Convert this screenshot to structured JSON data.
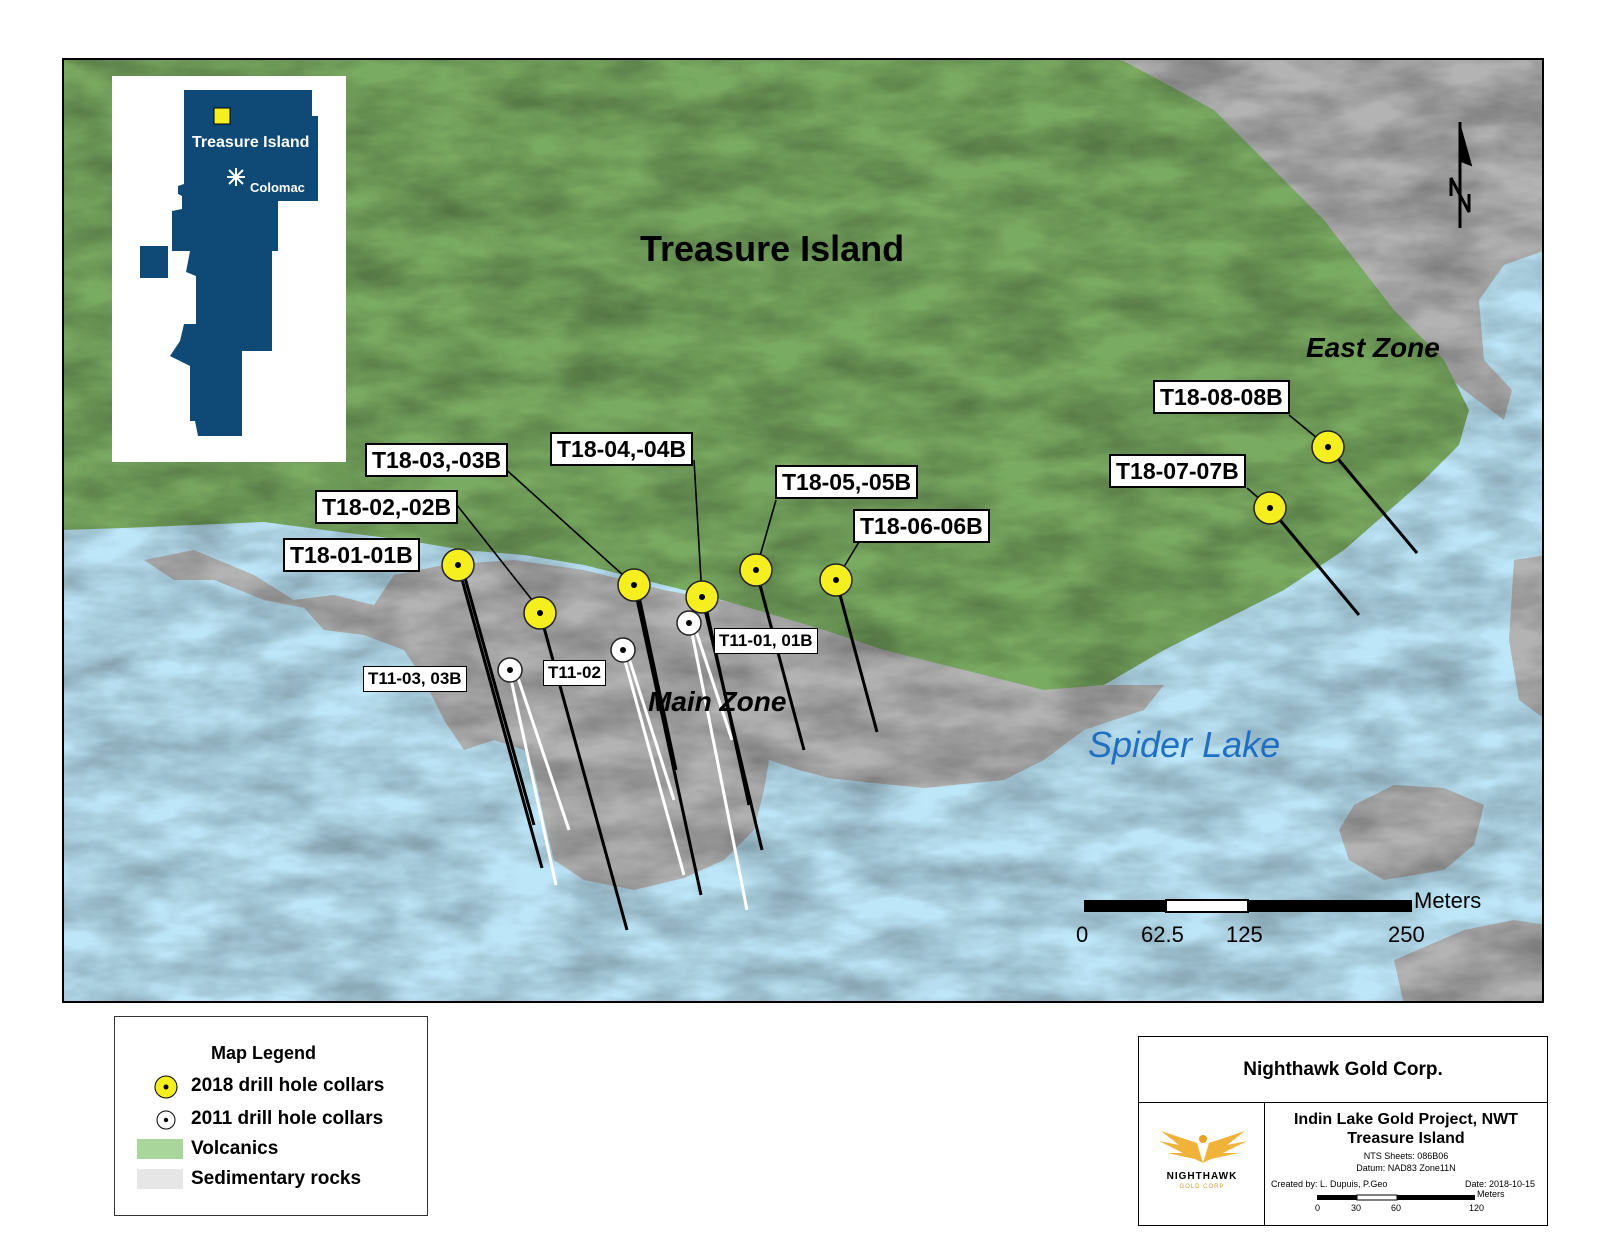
{
  "map": {
    "island_label": "Treasure Island",
    "lake_label": "Spider Lake",
    "east_zone_label": "East  Zone",
    "main_zone_label": "Main Zone",
    "colors": {
      "volcanics": "#7aab62",
      "sedimentary": "#b3b3b3",
      "water": "#bde6f8",
      "collar_2018": "#f5ef1f",
      "lake_text": "#1f6fc5"
    },
    "north_arrow": "N",
    "callouts_2018": [
      "T18-01-01B",
      "T18-02,-02B",
      "T18-03,-03B",
      "T18-04,-04B",
      "T18-05,-05B",
      "T18-06-06B",
      "T18-07-07B",
      "T18-08-08B"
    ],
    "callouts_2011": [
      "T11-03, 03B",
      "T11-02",
      "T11-01, 01B"
    ],
    "scale_bar": {
      "unit": "Meters",
      "ticks": [
        "0",
        "62.5",
        "125",
        "250"
      ]
    }
  },
  "inset": {
    "location_label": "Treasure Island",
    "mine_label": "Colomac",
    "colors": {
      "property": "#0e4a75",
      "marker": "#f5ef1f"
    }
  },
  "legend": {
    "title": "Map Legend",
    "items": [
      {
        "label": "2018 drill hole collars",
        "symbol": "yellow-collar"
      },
      {
        "label": "2011 drill hole collars",
        "symbol": "white-collar"
      },
      {
        "label": "Volcanics",
        "symbol": "green-swatch"
      },
      {
        "label": "Sedimentary rocks",
        "symbol": "grey-swatch"
      }
    ]
  },
  "title_block": {
    "company": "Nighthawk Gold Corp.",
    "project": "Indin Lake Gold Project, NWT",
    "area": "Treasure Island",
    "nts": "NTS Sheets: 086B06",
    "datum": "Datum: NAD83 Zone11N",
    "created_by": "Created by: L. Dupuis, P.Geo",
    "date": "Date: 2018-10-15",
    "logo_text": "NIGHTHAWK",
    "logo_sub": "GOLD CORP",
    "scale_unit": "Meters",
    "scale_ticks": [
      "0",
      "30",
      "60",
      "120"
    ]
  }
}
